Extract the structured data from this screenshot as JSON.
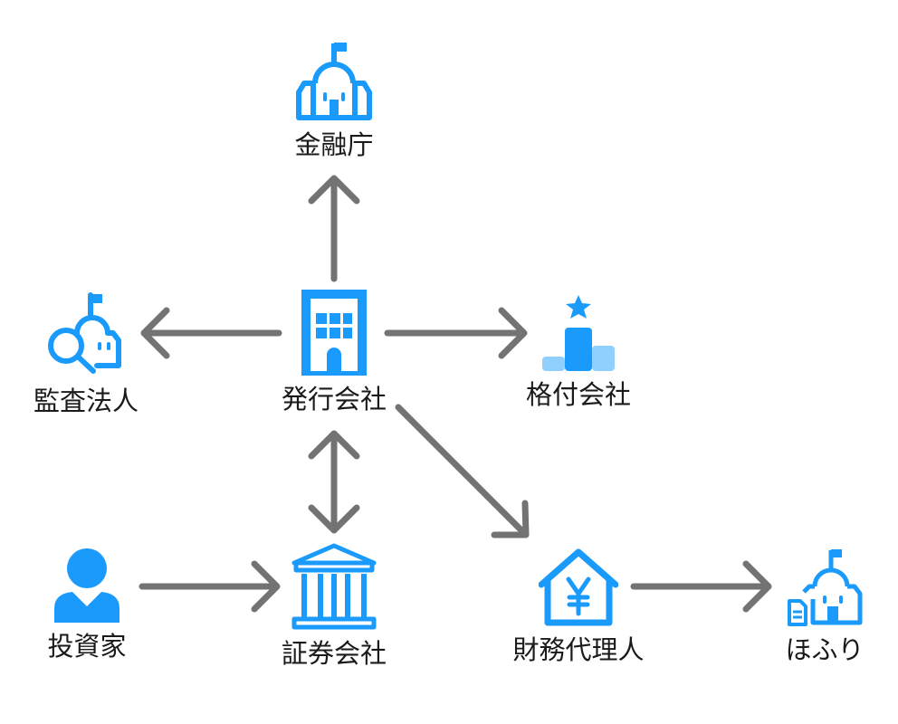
{
  "colors": {
    "icon_primary": "#1a9bfc",
    "icon_light": "#8fd0ff",
    "arrow": "#737373",
    "label": "#1a1a1a"
  },
  "nodes": {
    "fsa": {
      "label": "金融庁",
      "icon": "government-building-icon"
    },
    "auditor": {
      "label": "監査法人",
      "icon": "audit-building-magnifier-icon"
    },
    "issuer": {
      "label": "発行会社",
      "icon": "office-building-icon"
    },
    "rating_agency": {
      "label": "格付会社",
      "icon": "podium-star-icon"
    },
    "investor": {
      "label": "投資家",
      "icon": "person-icon"
    },
    "securities_firm": {
      "label": "証券会社",
      "icon": "bank-columns-icon"
    },
    "fiscal_agent": {
      "label": "財務代理人",
      "icon": "house-yen-icon"
    },
    "jasdec": {
      "label": "ほふり",
      "icon": "building-document-icon"
    }
  },
  "edges": [
    {
      "from": "issuer",
      "to": "fsa",
      "direction": "forward"
    },
    {
      "from": "issuer",
      "to": "auditor",
      "direction": "forward"
    },
    {
      "from": "issuer",
      "to": "rating_agency",
      "direction": "forward"
    },
    {
      "from": "issuer",
      "to": "fiscal_agent",
      "direction": "forward"
    },
    {
      "from": "issuer",
      "to": "securities_firm",
      "direction": "both"
    },
    {
      "from": "investor",
      "to": "securities_firm",
      "direction": "forward"
    },
    {
      "from": "fiscal_agent",
      "to": "jasdec",
      "direction": "forward"
    }
  ]
}
